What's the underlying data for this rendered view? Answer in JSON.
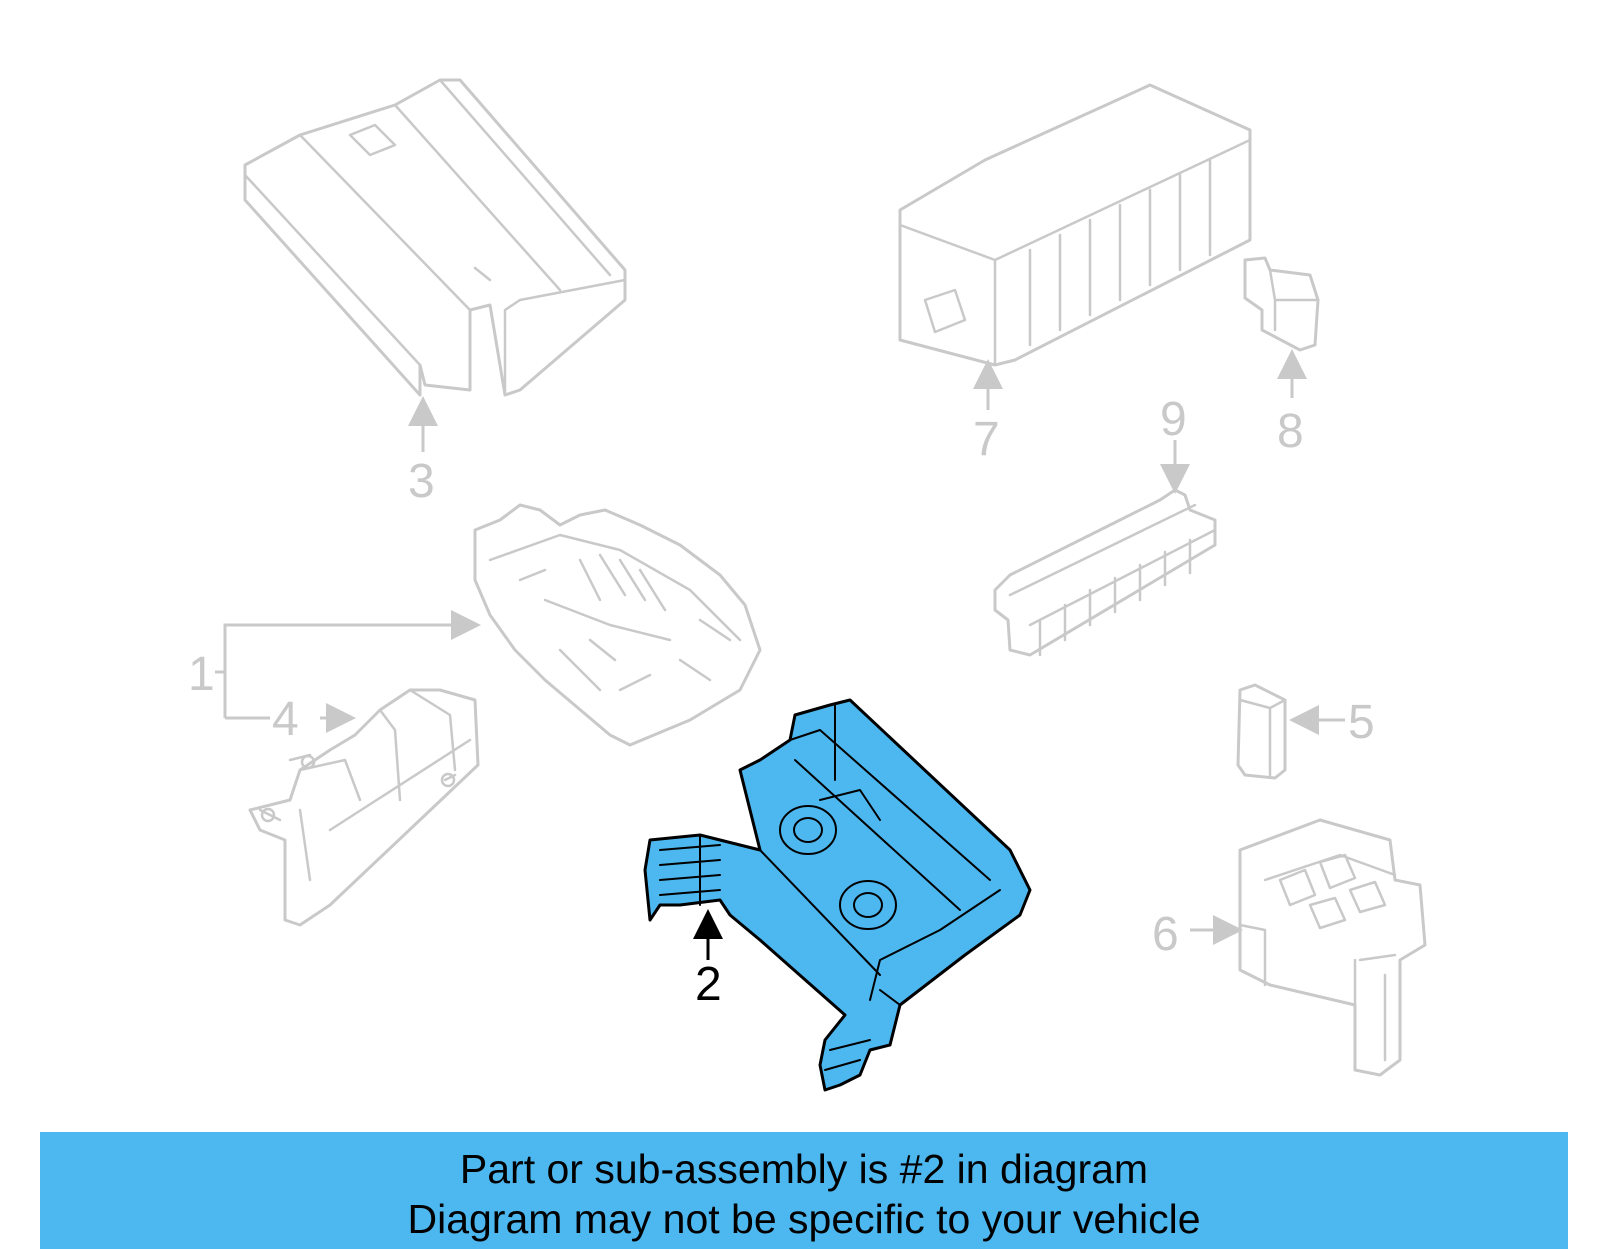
{
  "diagram": {
    "callouts": [
      "1",
      "2",
      "3",
      "4",
      "5",
      "6",
      "7",
      "8",
      "9"
    ],
    "highlighted_callout": "2",
    "colors": {
      "highlight": "#4db8f0",
      "ghost": "#c9c9c9",
      "banner": "#4db8f0"
    }
  },
  "banner": {
    "line1": "Part or sub-assembly is #2 in diagram",
    "line2": "Diagram may not be specific to your vehicle"
  }
}
